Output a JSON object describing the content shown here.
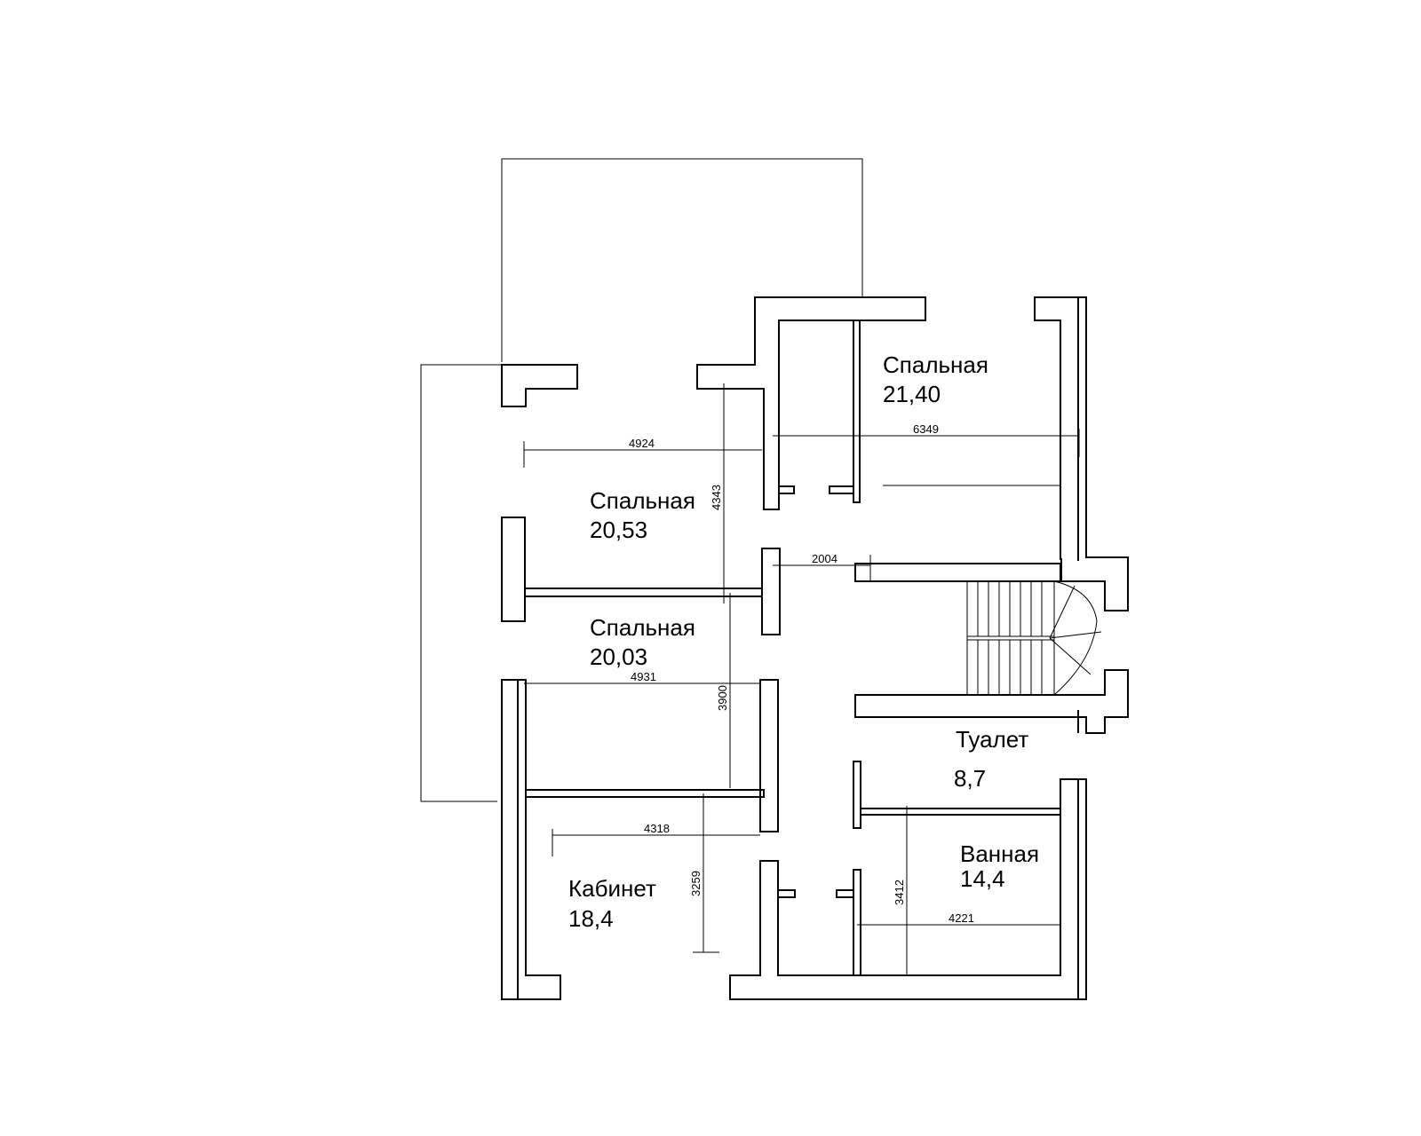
{
  "rooms": {
    "bedroom_top_right": {
      "name": "Спальная",
      "area": "21,40"
    },
    "bedroom_middle": {
      "name": "Спальная",
      "area": "20,53"
    },
    "bedroom_lower": {
      "name": "Спальная",
      "area": "20,03"
    },
    "toilet": {
      "name": "Туалет",
      "area": "8,7"
    },
    "bathroom": {
      "name": "Ванная",
      "area": "14,4"
    },
    "study": {
      "name": "Кабинет",
      "area": "18,4"
    }
  },
  "dimensions": {
    "d4924": "4924",
    "d6349": "6349",
    "d4343": "4343",
    "d2004": "2004",
    "d4931": "4931",
    "d3900": "3900",
    "d4318": "4318",
    "d3259": "3259",
    "d3412": "3412",
    "d4221": "4221"
  }
}
